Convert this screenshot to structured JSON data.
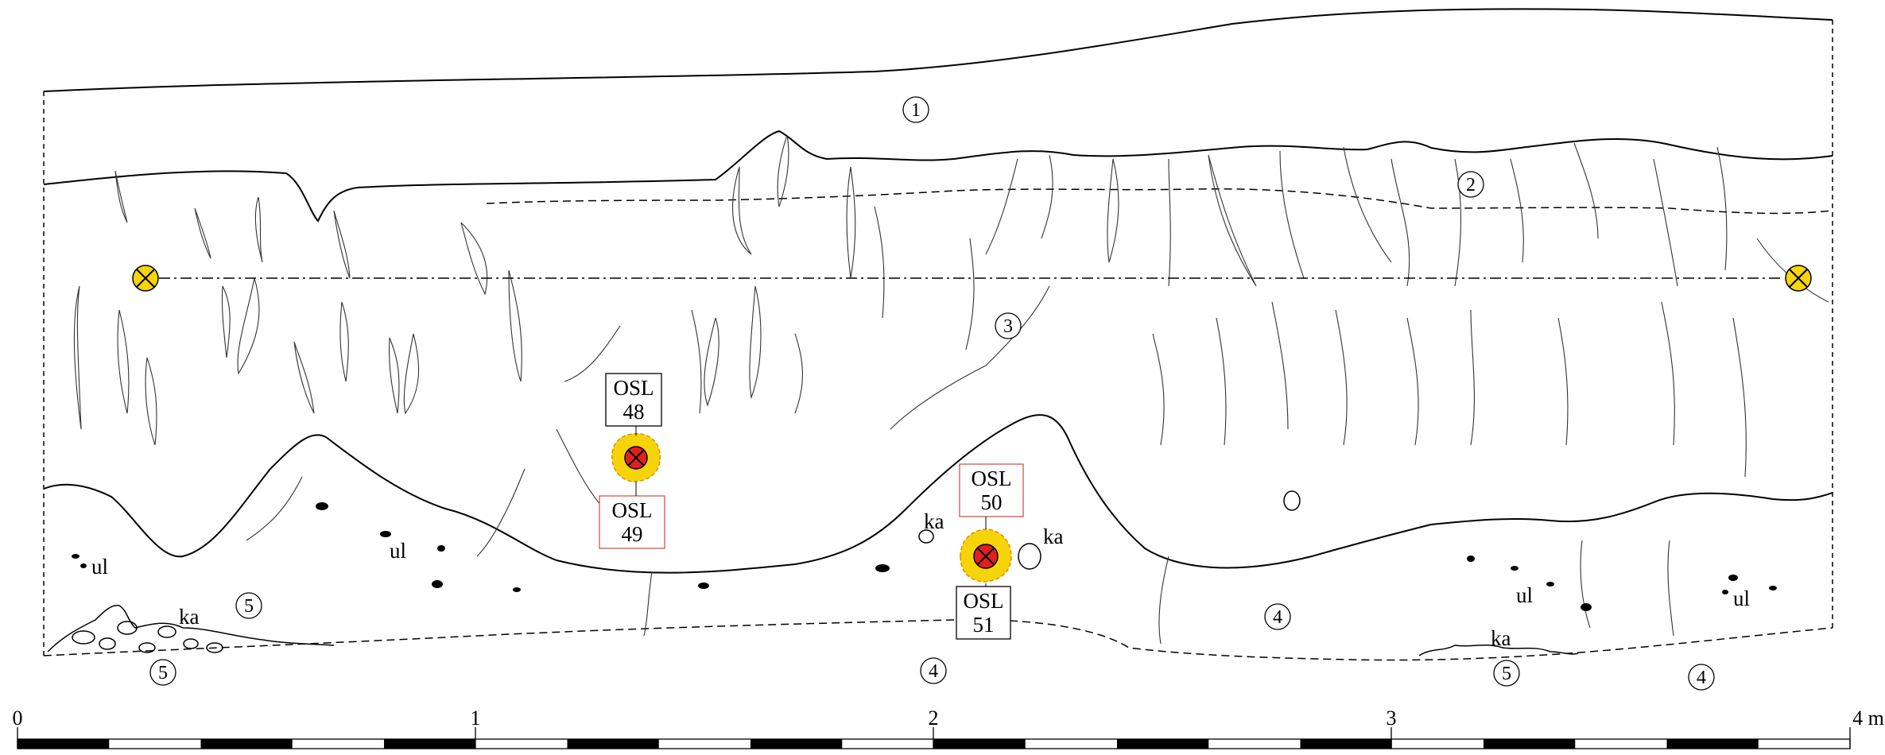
{
  "layers": [
    {
      "id": "1",
      "label": "1"
    },
    {
      "id": "2",
      "label": "2"
    },
    {
      "id": "3",
      "label": "3"
    },
    {
      "id": "4a",
      "label": "4"
    },
    {
      "id": "4b",
      "label": "4"
    },
    {
      "id": "4c",
      "label": "4"
    },
    {
      "id": "5a",
      "label": "5"
    },
    {
      "id": "5b",
      "label": "5"
    },
    {
      "id": "5c",
      "label": "5"
    }
  ],
  "samples": [
    {
      "line1": "OSL",
      "line2": "48",
      "box_color": "#000000"
    },
    {
      "line1": "OSL",
      "line2": "49",
      "box_color": "#d9534f"
    },
    {
      "line1": "OSL",
      "line2": "50",
      "box_color": "#d9534f"
    },
    {
      "line1": "OSL",
      "line2": "51",
      "box_color": "#000000"
    }
  ],
  "annotations": {
    "ka1": "ka",
    "ka2": "ka",
    "ka3": "ka",
    "ka4": "ka",
    "ul1": "ul",
    "ul2": "ul",
    "ul3": "ul",
    "ul4": "ul"
  },
  "scale_bar": {
    "ticks": [
      "0",
      "1",
      "2",
      "3"
    ],
    "end_label": "4 m"
  },
  "colors": {
    "sample_fill": "#f5d50a",
    "sample_core": "#e02020",
    "marker_fill": "#f5d50a",
    "line": "#000000",
    "sample_box_red": "#d9534f"
  }
}
